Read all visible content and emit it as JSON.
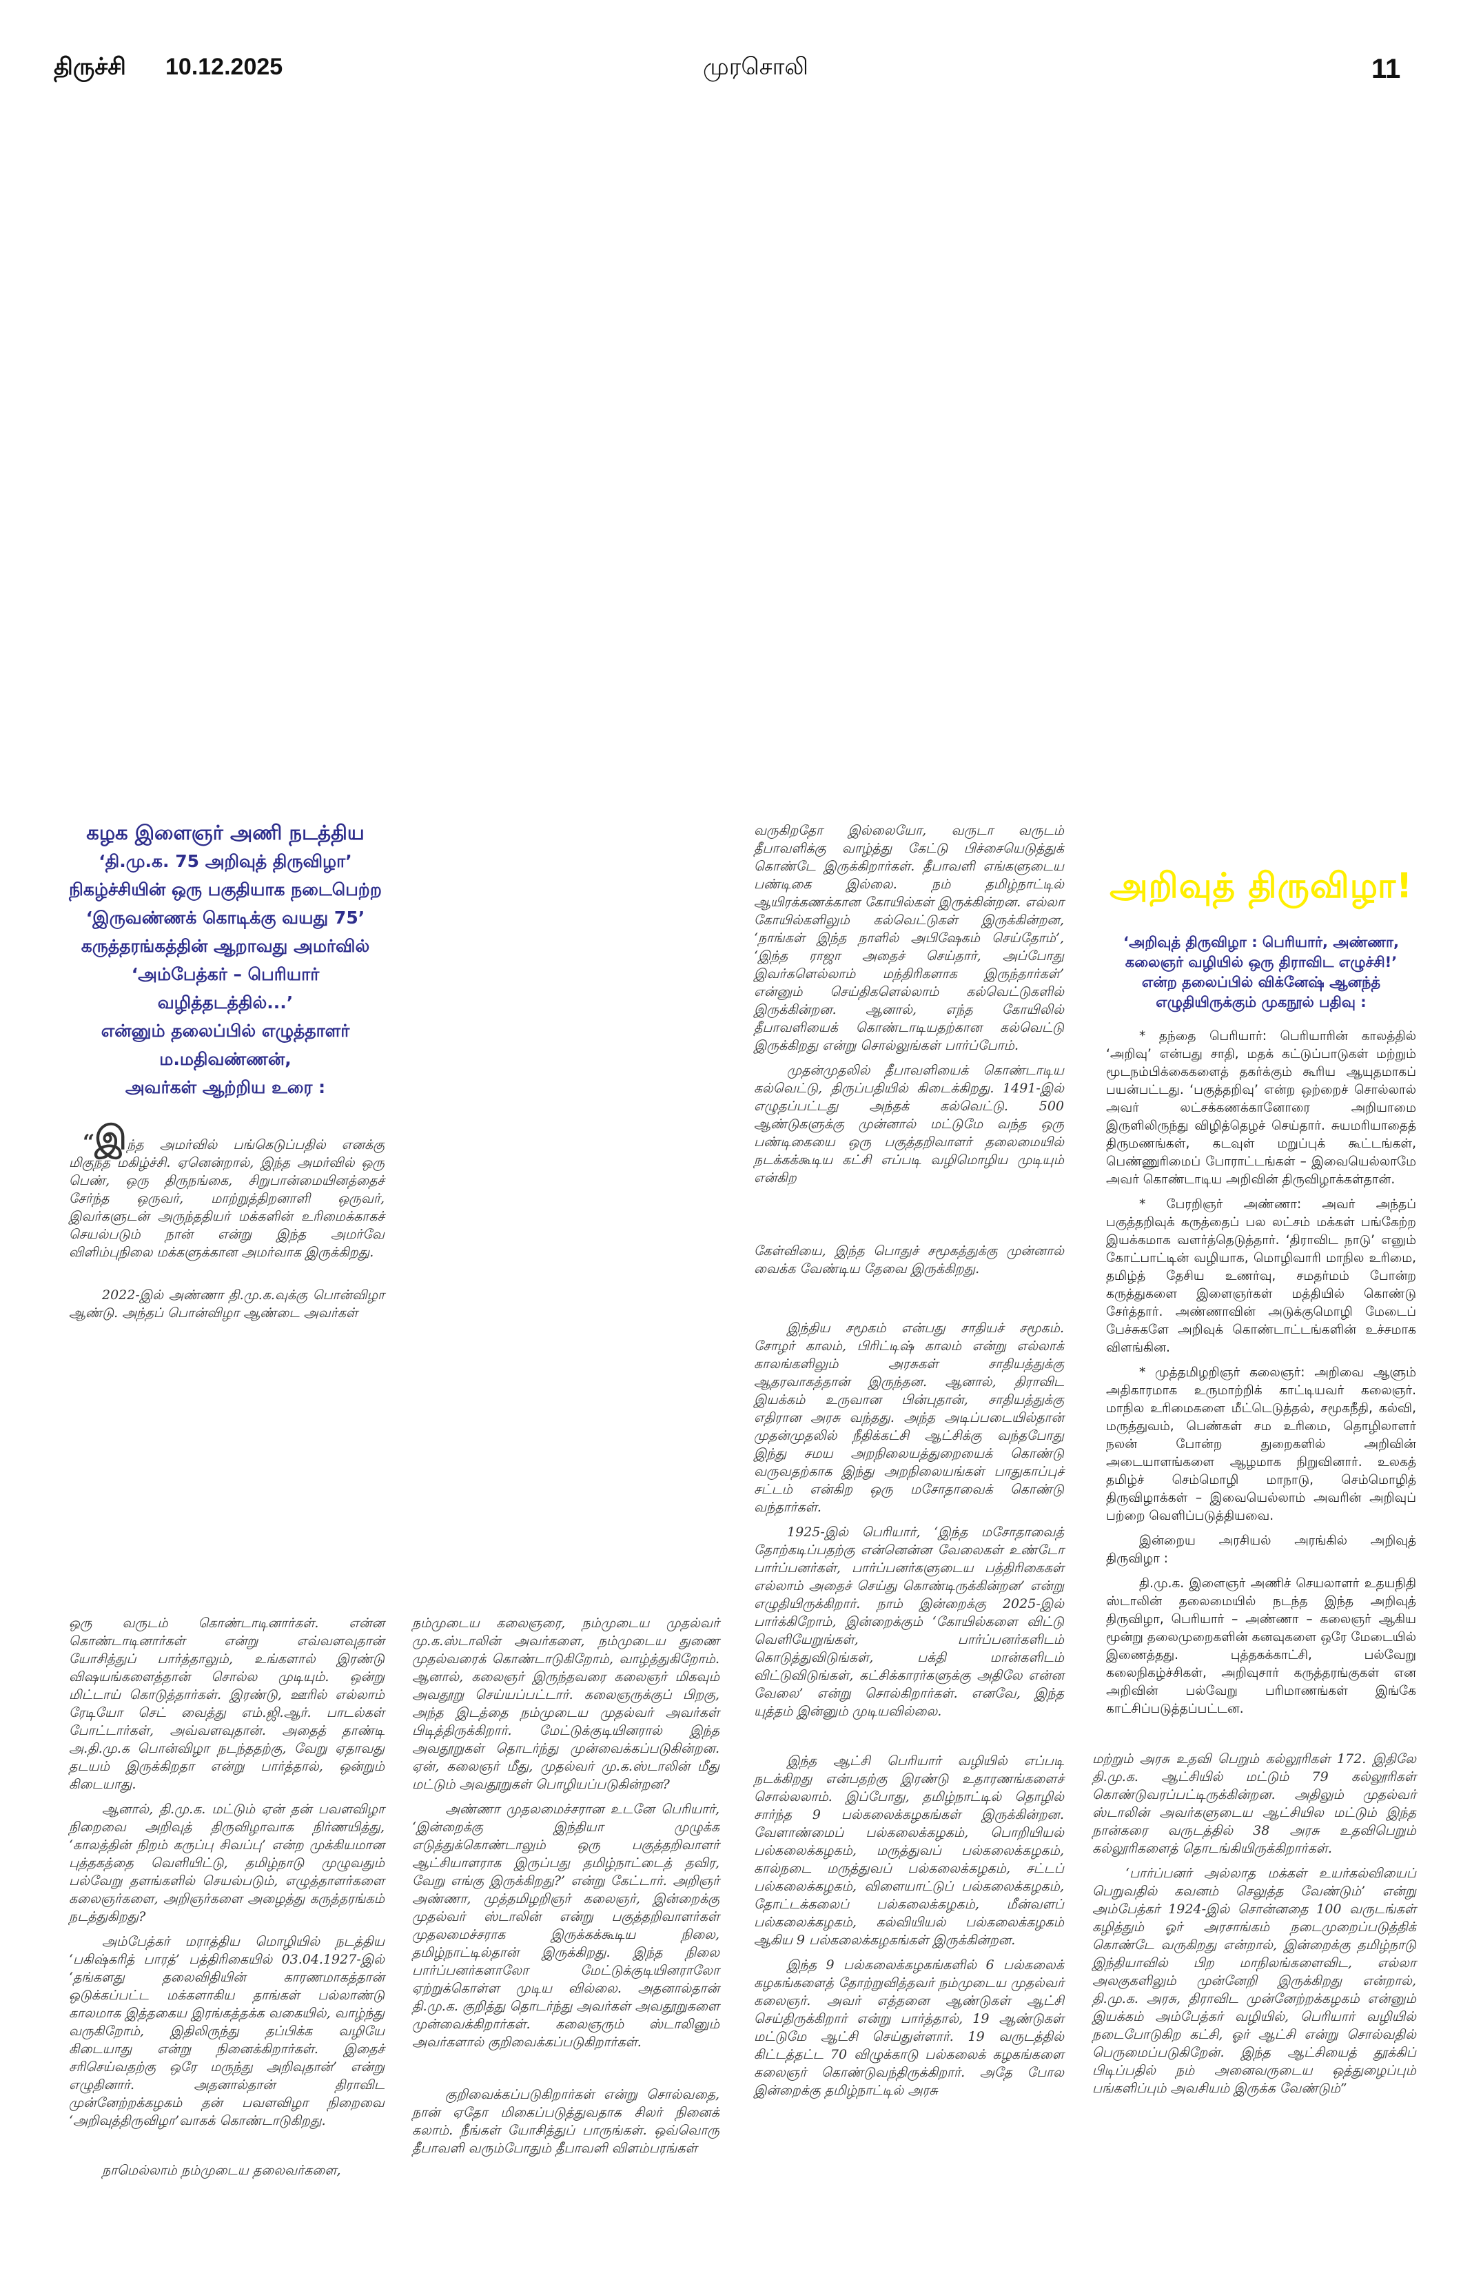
{
  "header": {
    "edition": "திருச்சி",
    "date": "10.12.2025",
    "paper_name": "முரசொலி",
    "page_number": "11"
  },
  "article": {
    "intro": [
      "கழக இளைஞர் அணி நடத்திய",
      "‘தி.மு.க. 75 அறிவுத் திருவிழா’",
      "நிகழ்ச்சியின் ஒரு பகுதியாக நடைபெற்ற",
      "‘இருவண்ணக் கொடிக்கு வயது 75’",
      "கருத்தரங்கத்தின் ஆறாவது அமர்வில்",
      "‘அம்பேத்கர் – பெரியார் வழித்தடத்தில்...’",
      "என்னும் தலைப்பில் எழுத்தாளர் ம.மதிவண்ணன்,",
      "அவர்கள் ஆற்றிய உரை :"
    ],
    "opening_quote": "“",
    "opening_dropcap": "இ",
    "p1_rest": "ந்த அமர்வில் பங்கெடுப்பதில் எனக்கு மிகுந்த மகிழ்ச்சி. ஏனென்றால், இந்த அமர்வில் ஒரு பெண், ஒரு திருநங்கை, சிறுபான்மையினத்தைச் சேர்ந்த ஒருவர், மாற்றுத்திறனாளி ஒருவர், இவர்களுடன் அருந்ததியர் மக்களின் உரிமைக்காகச் செயல்படும் நான் என்று இந்த அமர்வே விளிம்புநிலை மக்களுக்கான அமர்வாக இருக்கிறது.",
    "p2": "2022-இல் அண்ணா தி.மு.க.வுக்கு பொன்விழா ஆண்டு. அந்தப் பொன்விழா ஆண்டை அவர்கள்",
    "col1_bottom": [
      "ஒரு வருடம் கொண்டாடினார்கள். என்ன கொண்டாடினார்கள் என்று எவ்வளவுதான் யோசித்துப் பார்த்தாலும், உங்களால் இரண்டு விஷயங்களைத்தான் சொல்ல முடியும். ஒன்று மிட்டாய் கொடுத்தார்கள். இரண்டு, ஊரில் எல்லாம் ரேடியோ செட் வைத்து எம்.ஜி.ஆர். பாடல்கள் போட்டார்கள், அவ்வளவுதான். அதைத் தாண்டி அ.தி.மு.க பொன்விழா நடந்ததற்கு, வேறு ஏதாவது தடயம் இருக்கிறதா என்று பார்த்தால், ஒன்றும் கிடையாது.",
      "ஆனால், தி.மு.க. மட்டும் ஏன் தன் பவளவிழா நிறைவை அறிவுத் திருவிழாவாக நிர்ணயித்து, ‘காலத்தின் நிறம் கருப்பு சிவப்பு’ என்ற முக்கியமான புத்தகத்தை வெளியிட்டு, தமிழ்நாடு முழுவதும் பல்வேறு தளங்களில் செயல்படும், எழுத்தாளர்களை கலைஞர்களை, அறிஞர்களை அழைத்து கருத்தரங்கம் நடத்துகிறது?",
      "அம்பேத்கர் மராத்திய மொழியில் நடத்திய ‘பகிஷ்கரித் பாரத்’ பத்திரிகையில் 03.04.1927-இல் ‘தங்களது தலைவிதியின் காரணமாகத்தான் ஒடுக்கப்பட்ட மக்களாகிய தாங்கள் பல்லாண்டு காலமாக இத்தகைய இரங்கத்தக்க வகையில், வாழ்ந்து வருகிறோம், இதிலிருந்து தப்பிக்க வழியே கிடையாது என்று நினைக்கிறார்கள். இதைச் சரிசெய்வதற்கு ஒரே மருந்து அறிவுதான்’ என்று எழுதினார். அதனால்தான் திராவிட முன்னேற்றக்கழகம் தன் பவளவிழா நிறைவை ‘அறிவுத்திருவிழா’வாகக் கொண்டாடுகிறது."
    ],
    "col1_last": "நாமெல்லாம் நம்முடைய தலைவர்களை,",
    "col2_bottom": [
      "நம்முடைய கலைஞரை, நம்முடைய முதல்வர் மு.க.ஸ்டாலின் அவர்களை, நம்முடைய துணை முதல்வரைக் கொண்டாடுகிறோம், வாழ்த்துகிறோம். ஆனால், கலைஞர் இருந்தவரை கலைஞர் மிகவும் அவதூறு செய்யப்பட்டார். கலைஞருக்குப் பிறகு, அந்த இடத்தை நம்முடைய முதல்வர் அவர்கள் பிடித்திருக்கிறார். மேட்டுக்குடியினரால் இந்த அவதூறுகள் தொடர்ந்து முன்வைக்கப்படுகின்றன. ஏன், கலைஞர் மீது, முதல்வர் மு.க.ஸ்டாலின் மீது மட்டும் அவதூறுகள் பொழியப்படுகின்றன?",
      "அண்ணா முதலமைச்சரான உடனே பெரியார், ‘இன்றைக்கு இந்தியா முழுக்க எடுத்துக்கொண்டாலும் ஒரு பகுத்தறிவாளர் ஆட்சியாளராக இருப்பது தமிழ்நாட்டைத் தவிர, வேறு எங்கு இருக்கிறது?’ என்று கேட்டார். அறிஞர் அண்ணா, முத்தமிழறிஞர் கலைஞர், இன்றைக்கு முதல்வர் ஸ்டாலின் என்று பகுத்தறிவாளர்கள் முதலமைச்சராக இருக்கக்கூடிய நிலை, தமிழ்நாட்டில்தான் இருக்கிறது. இந்த நிலை பார்ப்பனர்களாலோ மேட்டுக்குடியினராலோ ஏற்றுக்கொள்ள முடிய வில்லை. அதனால்தான் தி.மு.க. குறித்து தொடர்ந்து அவர்கள் அவதூறுகளை முன்வைக்கிறார்கள். கலைஞரும் ஸ்டாலினும் அவர்களால் குறிவைக்கப்படுகிறார்கள்."
    ],
    "col2_last": "குறிவைக்கப்படுகிறார்கள் என்று சொல்வதை, நான் ஏதோ மிகைப்படுத்துவதாக சிலர் நினைக் கலாம். நீங்கள் யோசித்துப் பாருங்கள். ஒவ்வொரு தீபாவளி வரும்போதும் தீபாவளி விளம்பரங்கள்",
    "col3_top": [
      "வருகிறதோ இல்லையோ, வருடா வருடம் தீபாவளிக்கு வாழ்த்து கேட்டு பிச்சையெடுத்துக் கொண்டே இருக்கிறார்கள். தீபாவளி எங்களுடைய பண்டிகை இல்லை. நம் தமிழ்நாட்டில் ஆயிரக்கணக்கான கோயில்கள் இருக்கின்றன. எல்லா கோயில்களிலும் கல்வெட்டுகள் இருக்கின்றன, ‘நாங்கள் இந்த நாளில் அபிஷேகம் செய்தோம்’, ‘இந்த ராஜா அதைச் செய்தார், அப்போது இவர்களெல்லாம் மந்திரிகளாக இருந்தார்கள்’ என்னும் செய்திகளெல்லாம் கல்வெட்டுகளில் இருக்கின்றன. ஆனால், எந்த கோயிலில் தீபாவளியைக் கொண்டாடியதற்கான கல்வெட்டு இருக்கிறது என்று சொல்லுங்கள் பார்ப்போம்.",
      "முதன்முதலில் தீபாவளியைக் கொண்டாடிய கல்வெட்டு, திருப்பதியில் கிடைக்கிறது. 1491-இல் எழுதப்பட்டது அந்தக் கல்வெட்டு. 500 ஆண்டுகளுக்கு முன்னால் மட்டுமே வந்த ஒரு பண்டிகையை ஒரு பகுத்தறிவாளர் தலைமையில் நடக்கக்கூடிய கட்சி எப்படி வழிமொழிய முடியும் என்கிற"
    ],
    "col3_mid": "கேள்வியை, இந்த பொதுச் சமூகத்துக்கு முன்னால் வைக்க வேண்டிய தேவை இருக்கிறது.",
    "col3_bottom": [
      "இந்திய சமூகம் என்பது சாதியச் சமூகம். சோழர் காலம், பிரிட்டிஷ் காலம் என்று எல்லாக் காலங்களிலும் அரசுகள் சாதியத்துக்கு ஆதரவாகத்தான் இருந்தன. ஆனால், திராவிட இயக்கம் உருவான பின்புதான், சாதியத்துக்கு எதிரான அரசு வந்தது. அந்த அடிப்படையில்தான் முதன்முதலில் நீதிக்கட்சி ஆட்சிக்கு வந்தபோது இந்து சமய அறநிலையத்துறையைக் கொண்டு வருவதற்காக இந்து அறநிலையங்கள் பாதுகாப்புச் சட்டம் என்கிற ஒரு மசோதாவைக் கொண்டு வந்தார்கள்.",
      "1925-இல் பெரியார், ‘இந்த மசோதாவைத் தோற்கடிப்பதற்கு என்னென்ன வேலைகள் உண்டோ பார்ப்பனர்கள், பார்ப்பனர்களுடைய பத்திரிகைகள் எல்லாம் அதைச் செய்து கொண்டிருக்கின்றன’ என்று எழுதியிருக்கிறார். நாம் இன்றைக்கு 2025-இல் பார்க்கிறோம், இன்றைக்கும் ‘கோயில்களை விட்டு வெளியேறுங்கள், பார்ப்பனர்களிடம் கொடுத்துவிடுங்கள், பக்தி மான்களிடம் விட்டுவிடுங்கள், கட்சிக்காரர்களுக்கு அதிலே என்ன வேலை’ என்று சொல்கிறார்கள். எனவே, இந்த யுத்தம் இன்னும் முடியவில்லை."
    ],
    "col3_last": [
      "இந்த ஆட்சி பெரியார் வழியில் எப்படி நடக்கிறது என்பதற்கு இரண்டு உதாரணங்களைச் சொல்லலாம். இப்போது, தமிழ்நாட்டில் தொழில் சார்ந்த 9 பல்கலைக்கழகங்கள் இருக்கின்றன. வேளாண்மைப் பல்கலைக்கழகம், பொறியியல் பல்கலைக்கழகம், மருத்துவப் பல்கலைக்கழகம், கால்நடை மருத்துவப் பல்கலைக்கழகம், சட்டப் பல்கலைக்கழகம், விளையாட்டுப் பல்கலைக்கழகம், தோட்டக்கலைப் பல்கலைக்கழகம், மீன்வளப் பல்கலைக்கழகம், கல்வியியல் பல்கலைக்கழகம் ஆகிய 9 பல்கலைக்கழகங்கள் இருக்கின்றன.",
      "இந்த 9 பல்கலைக்கழகங்களில் 6 பல்கலைக் கழகங்களைத் தோற்றுவித்தவர் நம்முடைய முதல்வர் கலைஞர். அவர் எத்தனை ஆண்டுகள் ஆட்சி செய்திருக்கிறார் என்று பார்த்தால், 19 ஆண்டுகள் மட்டுமே ஆட்சி செய்துள்ளார். 19 வருடத்தில் கிட்டத்தட்ட 70 விழுக்காடு பல்கலைக் கழகங்களை கலைஞர் கொண்டுவந்திருக்கிறார். அதே போல இன்றைக்கு தமிழ்நாட்டில் அரசு"
    ],
    "col4_bottom": [
      "மற்றும் அரசு உதவி பெறும் கல்லூரிகள் 172. இதிலே தி.மு.க. ஆட்சியில் மட்டும் 79 கல்லூரிகள் கொண்டுவரப்பட்டிருக்கின்றன. அதிலும் முதல்வர் ஸ்டாலின் அவர்களுடைய ஆட்சியில மட்டும் இந்த நான்கரை வருடத்தில் 38 அரசு உதவிபெறும் கல்லூரிகளைத் தொடங்கியிருக்கிறார்கள்.",
      "‘பார்ப்பனர் அல்லாத மக்கள் உயர்கல்வியைப் பெறுவதில் கவனம் செலுத்த வேண்டும்’ என்று அம்பேத்கர் 1924-இல் சொன்னதை 100 வருடங்கள் கழித்தும் ஓர் அரசாங்கம் நடைமுறைப்படுத்திக் கொண்டே வருகிறது என்றால், இன்றைக்கு தமிழ்நாடு இந்தியாவில் பிற மாநிலங்களைவிட, எல்லா அலகுகளிலும் முன்னேறி இருக்கிறது என்றால், தி.மு.க. அரசு, திராவிட முன்னேற்றக்கழகம் என்னும் இயக்கம் அம்பேத்கர் வழியில், பெரியார் வழியில் நடைபோடுகிற கட்சி, ஓர் ஆட்சி என்று சொல்வதில் பெருமைப்படுகிறேன். இந்த ஆட்சியைத் தூக்கிப் பிடிப்பதில் நம் அனைவருடைய ஒத்துழைப்பும் பங்களிப்பும் அவசியம் இருக்க வேண்டும்”"
    ]
  },
  "sidebar": {
    "title": "அறிவுத் திருவிழா!",
    "title_color": "#ffef00",
    "lead": "‘அறிவுத் திருவிழா : பெரியார், அண்ணா, கலைஞர் வழியில் ஒரு திராவிட எழுச்சி!’ என்ற தலைப்பில் விக்னேஷ் ஆனந்த் எழுதியிருக்கும் முகநூல் பதிவு :",
    "lead_color": "#2e2e8c",
    "paragraphs": [
      "* தந்தை பெரியார்: பெரியாரின் காலத்தில் ‘அறிவு’ என்பது சாதி, மதக் கட்டுப்பாடுகள் மற்றும் மூடநம்பிக்கைகளைத் தகர்க்கும் கூரிய ஆயுதமாகப் பயன்பட்டது. ‘பகுத்தறிவு’ என்ற ஒற்றைச் சொல்லால் அவர் லட்சக்கணக்கானோரை அறியாமை இருளிலிருந்து விழித்தெழச் செய்தார். சுயமரியாதைத் திருமணங்கள், கடவுள் மறுப்புக் கூட்டங்கள், பெண்ணுரிமைப் போராட்டங்கள் – இவையெல்லாமே அவர் கொண்டாடிய அறிவின் திருவிழாக்கள்தான்.",
      "* பேரறிஞர் அண்ணா: அவர் அந்தப் பகுத்தறிவுக் கருத்தைப் பல லட்சம் மக்கள் பங்கேற்ற இயக்கமாக வளர்த்தெடுத்தார். ‘திராவிட நாடு’ எனும் கோட்பாட்டின் வழியாக, மொழிவாரி மாநில உரிமை, தமிழ்த் தேசிய உணர்வு, சமதர்மம் போன்ற கருத்துகளை இளைஞர்கள் மத்தியில் கொண்டு சேர்த்தார். அண்ணாவின் அடுக்குமொழி மேடைப் பேச்சுகளே அறிவுக் கொண்டாட்டங்களின் உச்சமாக விளங்கின.",
      "* முத்தமிழறிஞர் கலைஞர்: அறிவை ஆளும் அதிகாரமாக உருமாற்றிக் காட்டியவர் கலைஞர். மாநில உரிமைகளை மீட்டெடுத்தல், சமூகநீதி, கல்வி, மருத்துவம், பெண்கள் சம உரிமை, தொழிலாளர் நலன் போன்ற துறைகளில் அறிவின் அடையாளங்களை ஆழமாக நிறுவினார். உலகத் தமிழ்ச் செம்மொழி மாநாடு, செம்மொழித் திருவிழாக்கள் – இவையெல்லாம் அவரின் அறிவுப் பற்றை வெளிப்படுத்தியவை.",
      "இன்றைய அரசியல் அரங்கில் அறிவுத் திருவிழா :",
      "தி.மு.க. இளைஞர் அணிச் செயலாளர் உதயநிதி ஸ்டாலின் தலைமையில் நடந்த இந்த அறிவுத் திருவிழா, பெரியார் – அண்ணா – கலைஞர் ஆகிய மூன்று தலைமுறைகளின் கனவுகளை ஒரே மேடையில் இணைத்தது. புத்தகக்காட்சி, பல்வேறு கலைநிகழ்ச்சிகள், அறிவுசார் கருத்தரங்குகள் என அறிவின் பல்வேறு பரிமாணங்கள் இங்கே காட்சிப்படுத்தப்பட்டன."
    ]
  }
}
